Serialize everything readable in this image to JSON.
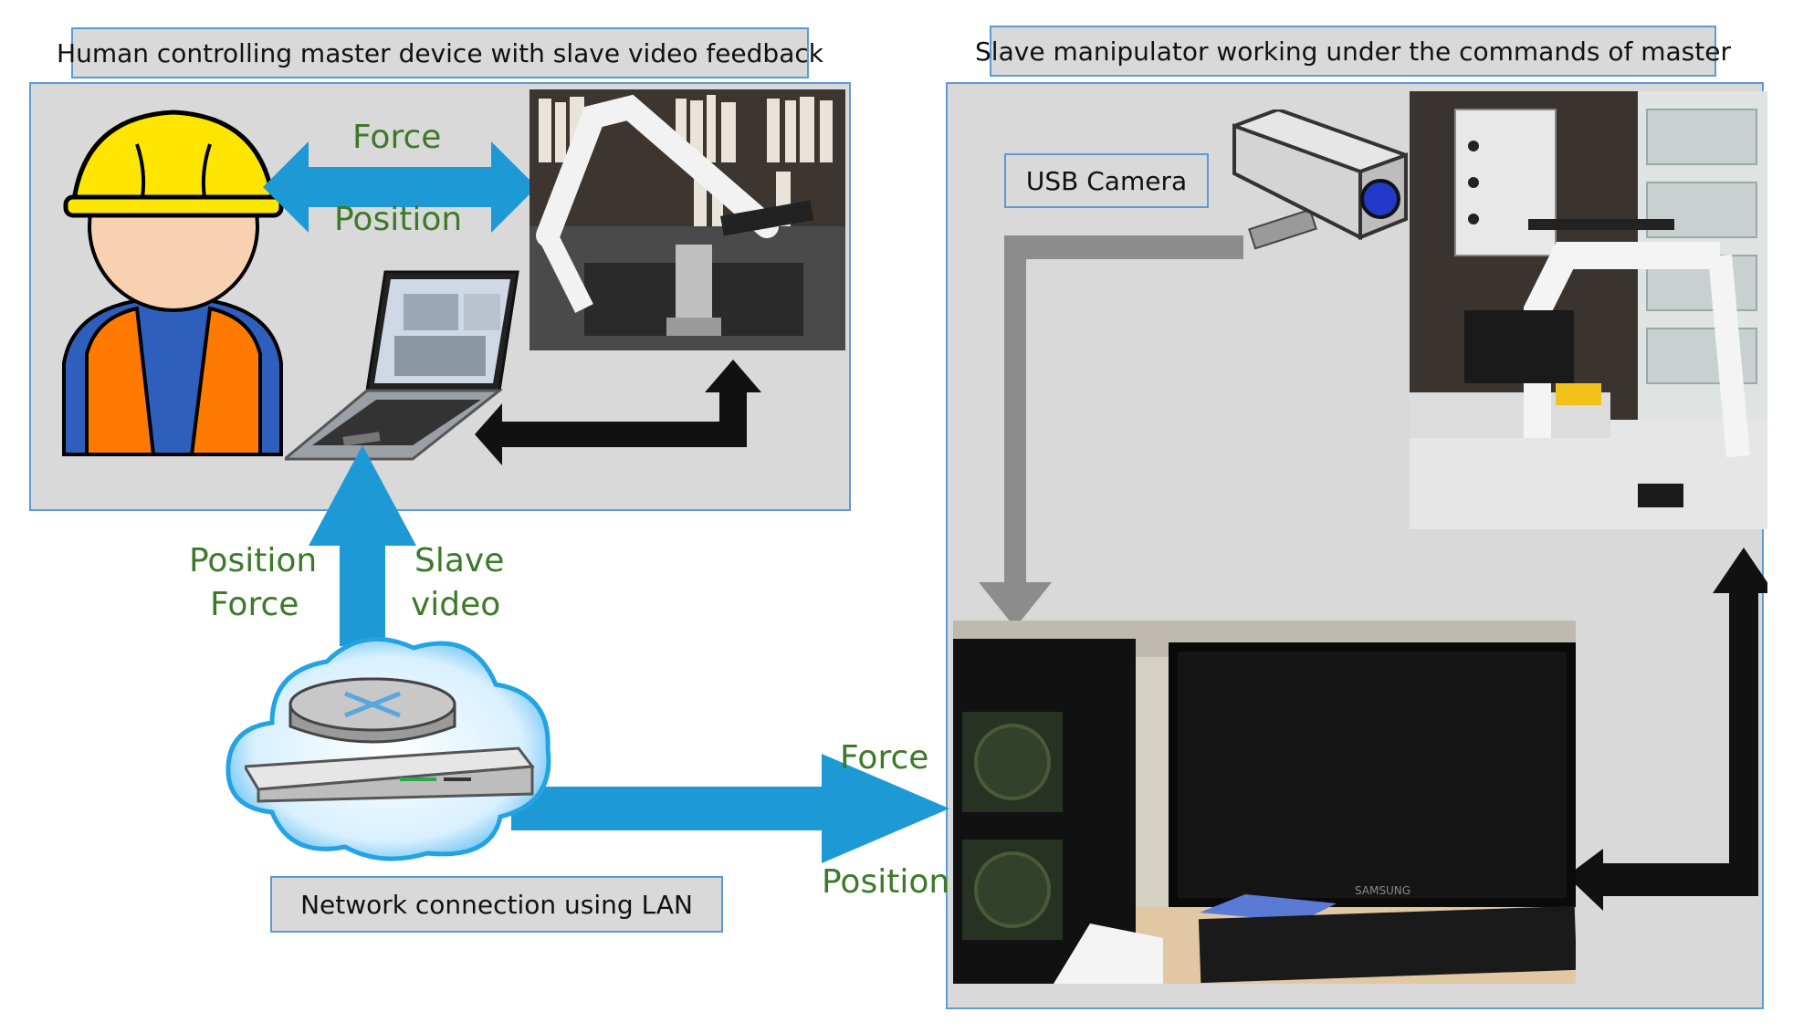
{
  "titles": {
    "master": "Human controlling master device with slave video feedback",
    "slave": "Slave manipulator working under the commands of master",
    "camera": "USB Camera",
    "network": "Network connection using LAN"
  },
  "labels": {
    "force_top": "Force",
    "position_top": "Position",
    "position_left": "Position",
    "force_left": "Force",
    "slave_line1": "Slave",
    "slave_line2": "video",
    "force_right": "Force",
    "position_right": "Position"
  },
  "pc_screen_brand": "SAMSUNG",
  "colors": {
    "panel_bg": "#d9d9d9",
    "panel_border": "#5b9bd5",
    "arrow_blue": "#1d9ad6",
    "arrow_gray": "#8c8c8c",
    "arrow_black": "#111111",
    "label_green": "#3c7a2a",
    "helmet": "#ffe600",
    "vest": "#ff7a00",
    "shirt": "#2f5fbd",
    "face": "#f8d2b0"
  },
  "icons": [
    "worker-icon",
    "laptop-icon",
    "router-icon",
    "cloud-icon",
    "security-camera-icon",
    "robot-arm-photo",
    "slave-robot-photo",
    "pc-photo"
  ]
}
